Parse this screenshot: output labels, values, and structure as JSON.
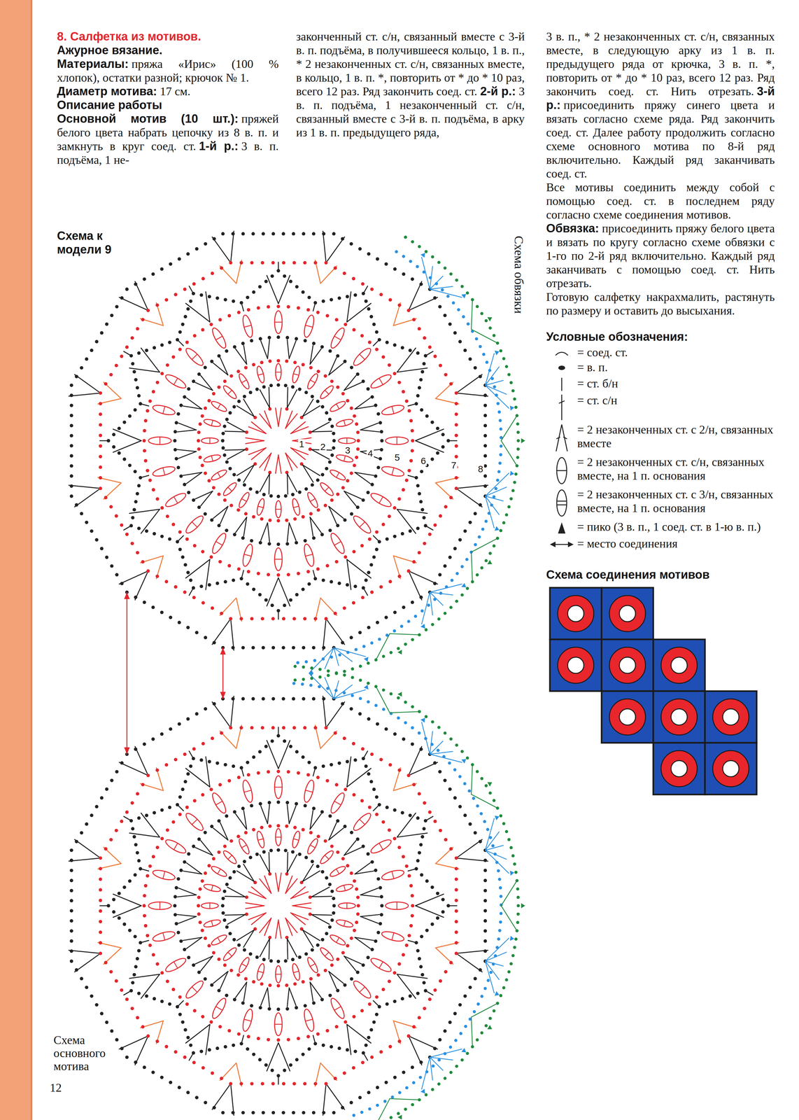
{
  "diagram": {
    "title": "8. Салфетка из мотивов.",
    "labels": [
      "Ажурное вязание.",
      "Материалы:",
      "пряжа «Ирис» (100 % хлопок), остатки разной; крючок № 1.",
      "Диаметр мотива:",
      "17 см.",
      "Описание работы",
      "Основной мотив (10 шт.):",
      "пряжей белого цвета набрать цепочку из 8 в. п. и замкнуть в круг соед. ст.",
      "1-й р.:",
      "3 в. п. подъёма, 1 не-",
      "законченный ст. с/н, связанный вместе с 3-й в. п. подъёма, в получившееся кольцо, 1 в. п., * 2 незаконченных ст. с/н, связанных вместе, в кольцо, 1 в. п. *, повторить от * до * 10 раз, всего 12 раз. Ряд закончить соед. ст.",
      "2-й р.:",
      "3 в. п. подъёма, 1 незаконченный ст. с/н, связанный вместе с 3-й в. п. подъёма, в арку из 1 в. п. предыдущего ряда,",
      "3 в. п., * 2 незаконченных ст. с/н, связанных вместе, в следующую арку из 1 в. п. предыдущего ряда от крючка, 3 в. п. *, повторить от * до * 10 раз, всего 12 раз. Ряд закончить соед. ст. Нить отрезать.",
      "3-й р.:",
      "присоединить пряжу синего цвета и вязать согласно схеме ряда. Ряд закончить соед. ст. Далее работу продолжить согласно схеме основного мотива по 8-й ряд включительно. Каждый ряд заканчивать соед. ст.",
      "Все мотивы соединить между собой с помощью соед. ст. в последнем ряду согласно схеме соединения мотивов.",
      "Обвязка:",
      "присоединить пряжу белого цвета и вязать по кругу согласно схеме обвязки с 1-го по 2-й ряд включительно. Каждый ряд заканчивать с помощью соед. ст. Нить отрезать.",
      "Готовую салфетку накрахмалить, растянуть по размеру и оставить до высыхания.",
      "Схема к модели 9",
      "Схема обвязки",
      "Схема основного мотива",
      "Условные обозначения:",
      "Схема соединения мотивов",
      "12",
      "1",
      "2",
      "3",
      "4",
      "5",
      "6",
      "7",
      "8"
    ],
    "legend": [
      {
        "text": "= соед. ст."
      },
      {
        "text": "= в. п."
      },
      {
        "text": "= ст. б/н"
      },
      {
        "text": "= ст. с/н"
      },
      {
        "text": "= 2 незаконченных ст. с 2/н, связанных вместе"
      },
      {
        "text": "= 2 незаконченных ст. с/н, связанных вместе, на 1 п. основания"
      },
      {
        "text": "= 2 незаконченных ст. с 3/н, связанных вместе, на 1 п. основания"
      },
      {
        "text": "= пико (3 в. п., 1 соед. ст. в 1-ю в. п.)"
      },
      {
        "text": "= место соединения"
      }
    ]
  }
}
